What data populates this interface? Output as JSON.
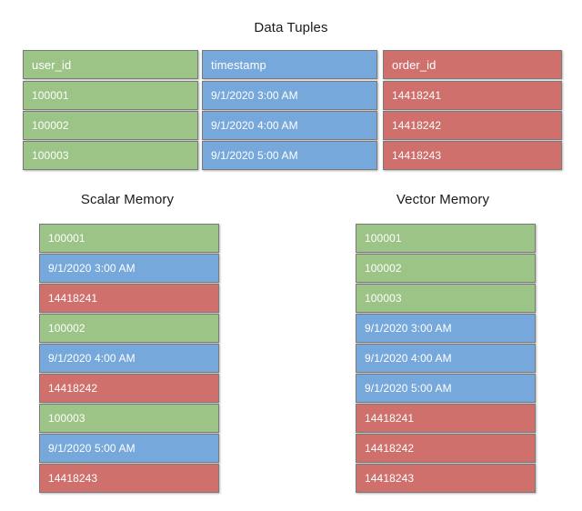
{
  "titles": {
    "data_tuples": "Data Tuples",
    "scalar_memory": "Scalar Memory",
    "vector_memory": "Vector Memory"
  },
  "colors": {
    "green": "#9bc486",
    "blue": "#76a8db",
    "red": "#d0706c",
    "cell_border": "#7a7a7a",
    "cell_text": "#ffffff",
    "title_text": "#1a1a1a",
    "background": "#ffffff"
  },
  "data_tuples": {
    "columns": [
      {
        "key": "user_id",
        "header": "user_id",
        "color": "green"
      },
      {
        "key": "timestamp",
        "header": "timestamp",
        "color": "blue"
      },
      {
        "key": "order_id",
        "header": "order_id",
        "color": "red"
      }
    ],
    "rows": [
      {
        "user_id": "100001",
        "timestamp": "9/1/2020 3:00 AM",
        "order_id": "14418241"
      },
      {
        "user_id": "100002",
        "timestamp": "9/1/2020 4:00 AM",
        "order_id": "14418242"
      },
      {
        "user_id": "100003",
        "timestamp": "9/1/2020 5:00 AM",
        "order_id": "14418243"
      }
    ]
  },
  "scalar_memory": {
    "label": "Scalar Memory",
    "slots": [
      {
        "value": "100001",
        "color": "green"
      },
      {
        "value": "9/1/2020 3:00 AM",
        "color": "blue"
      },
      {
        "value": "14418241",
        "color": "red"
      },
      {
        "value": "100002",
        "color": "green"
      },
      {
        "value": "9/1/2020 4:00 AM",
        "color": "blue"
      },
      {
        "value": "14418242",
        "color": "red"
      },
      {
        "value": "100003",
        "color": "green"
      },
      {
        "value": "9/1/2020 5:00 AM",
        "color": "blue"
      },
      {
        "value": "14418243",
        "color": "red"
      }
    ]
  },
  "vector_memory": {
    "label": "Vector Memory",
    "slots": [
      {
        "value": "100001",
        "color": "green"
      },
      {
        "value": "100002",
        "color": "green"
      },
      {
        "value": "100003",
        "color": "green"
      },
      {
        "value": "9/1/2020 3:00 AM",
        "color": "blue"
      },
      {
        "value": "9/1/2020 4:00 AM",
        "color": "blue"
      },
      {
        "value": "9/1/2020 5:00 AM",
        "color": "blue"
      },
      {
        "value": "14418241",
        "color": "red"
      },
      {
        "value": "14418242",
        "color": "red"
      },
      {
        "value": "14418243",
        "color": "red"
      }
    ]
  }
}
